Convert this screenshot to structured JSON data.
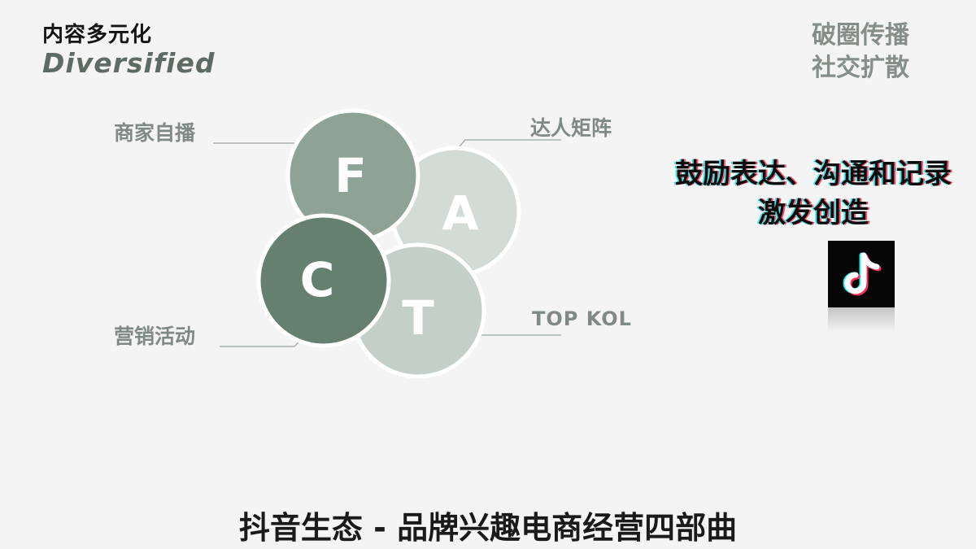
{
  "header": {
    "title_cn": "内容多元化",
    "title_en": "Diversified"
  },
  "corner": {
    "line1": "破圈传播",
    "line2": "社交扩散"
  },
  "fact": {
    "letters": {
      "f": "F",
      "a": "A",
      "c": "C",
      "t": "T"
    },
    "labels": {
      "merchant_live": "商家自播",
      "influencer_matrix": "达人矩阵",
      "marketing_events": "营销活动",
      "top_kol": "TOP KOL"
    },
    "colors": {
      "f": "#8ea396",
      "a": "#d3dbd6",
      "c": "#66806f",
      "t": "#c5cfca",
      "stroke": "#ffffff",
      "line": "#9aa39f"
    }
  },
  "quote": {
    "line1": "鼓励表达、沟通和记录",
    "line2": "激发创造"
  },
  "logo": {
    "icon": "tiktok-note-icon"
  },
  "footer": {
    "title": "抖音生态 - 品牌兴趣电商经营四部曲"
  }
}
